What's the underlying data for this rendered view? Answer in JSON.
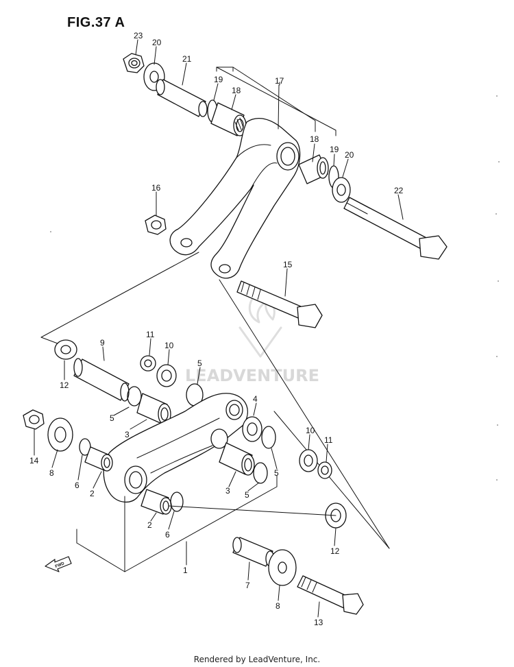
{
  "figure": {
    "title": "FIG.37 A"
  },
  "watermark": {
    "text": "LEADVENTURE"
  },
  "footer": {
    "text": "Rendered by LeadVenture, Inc."
  },
  "direction_arrow": {
    "label": "FWD"
  },
  "callouts": {
    "c23": "23",
    "c20a": "20",
    "c21": "21",
    "c19a": "19",
    "c18a": "18",
    "c17": "17",
    "c18b": "18",
    "c19b": "19",
    "c20b": "20",
    "c22": "22",
    "c16": "16",
    "c15": "15",
    "c9": "9",
    "c11a": "11",
    "c10a": "10",
    "c5a": "5",
    "c12a": "12",
    "c5b": "5",
    "c3a": "3",
    "c4": "4",
    "c14": "14",
    "c8a": "8",
    "c6a": "6",
    "c2a": "2",
    "c10b": "10",
    "c11b": "11",
    "c5c": "5",
    "c3b": "3",
    "c5d": "5",
    "c2b": "2",
    "c6b": "6",
    "c12b": "12",
    "c1": "1",
    "c7": "7",
    "c8b": "8",
    "c13": "13"
  }
}
